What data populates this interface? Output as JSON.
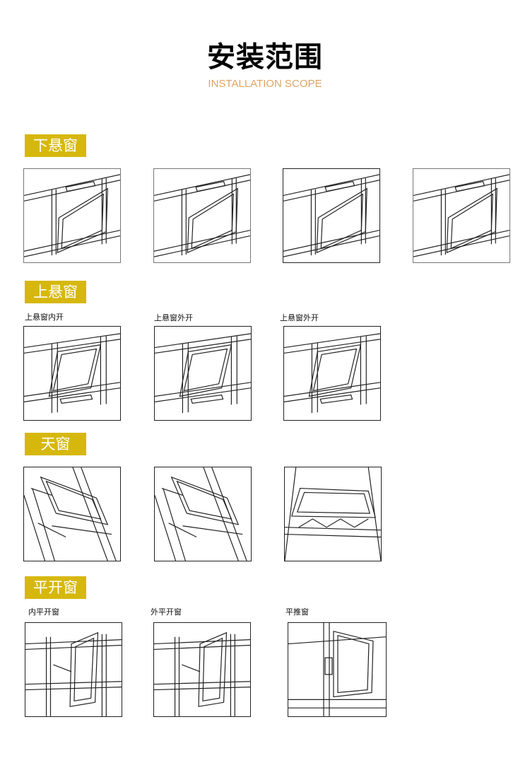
{
  "header": {
    "title": "安装范围",
    "subtitle": "INSTALLATION SCOPE"
  },
  "sections": [
    {
      "label": "下悬窗",
      "captions": []
    },
    {
      "label": "上悬窗",
      "captions": [
        "上悬窗内开",
        "上悬窗外开",
        "上悬窗外开"
      ]
    },
    {
      "label": "天窗",
      "captions": []
    },
    {
      "label": "平开窗",
      "captions": [
        "内平开窗",
        "外平开窗",
        "平推窗"
      ]
    }
  ]
}
